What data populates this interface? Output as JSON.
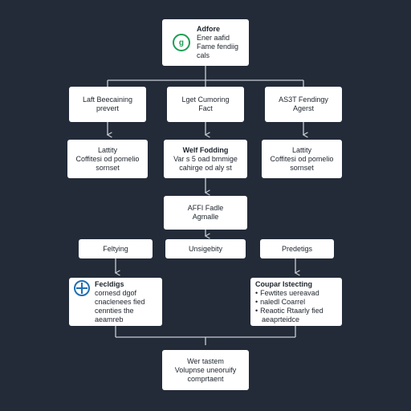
{
  "top": {
    "title": "Adfore",
    "line1": "Ener aafid",
    "line2": "Fame fendiig",
    "line3": "cals",
    "icon": "agent-logo-icon"
  },
  "row1": [
    {
      "line1": "Laft Beecaining",
      "line2": "prevert"
    },
    {
      "line1": "Lget Cumoring",
      "line2": "Fact"
    },
    {
      "line1": "AS3T Fendingy",
      "line2": "Agerst"
    }
  ],
  "row2": [
    {
      "line1": "Lattity",
      "line2": "Coffitesi od pomelio",
      "line3": "sornset"
    },
    {
      "title": "Welf Fodding",
      "line2": "Var s 5 oad bmmige",
      "line3": "cahirge od aly st"
    },
    {
      "line1": "Lattity",
      "line2": "Coffitesi od pomelio",
      "line3": "sornset"
    }
  ],
  "mid": {
    "line1": "AFFI Fadle",
    "line2": "Agmalle"
  },
  "labels": [
    "Feltying",
    "Unsigebity",
    "Predetigs"
  ],
  "left_panel": {
    "title": "Fecldigs",
    "line1": "cornesd  dgof",
    "line2": "cnaclenees fied",
    "line3": "cennties  the",
    "line4": "aeamreb",
    "icon": "plus-cross-icon"
  },
  "right_panel": {
    "title": "Coupar Istecting",
    "items": [
      "Fewtites uereavad",
      "naledl Coarrel",
      "Reaotic Rtaarly fied"
    ],
    "tail": "aeaprteidce"
  },
  "bottom": {
    "line1": "Wer tastem",
    "line2": "Volupnse uneoruify",
    "line3": "comprtaent"
  },
  "colors": {
    "background": "#232b38",
    "box": "#ffffff",
    "line": "#c9ced6",
    "green": "#1f9d55",
    "blue": "#1f6fb2"
  }
}
